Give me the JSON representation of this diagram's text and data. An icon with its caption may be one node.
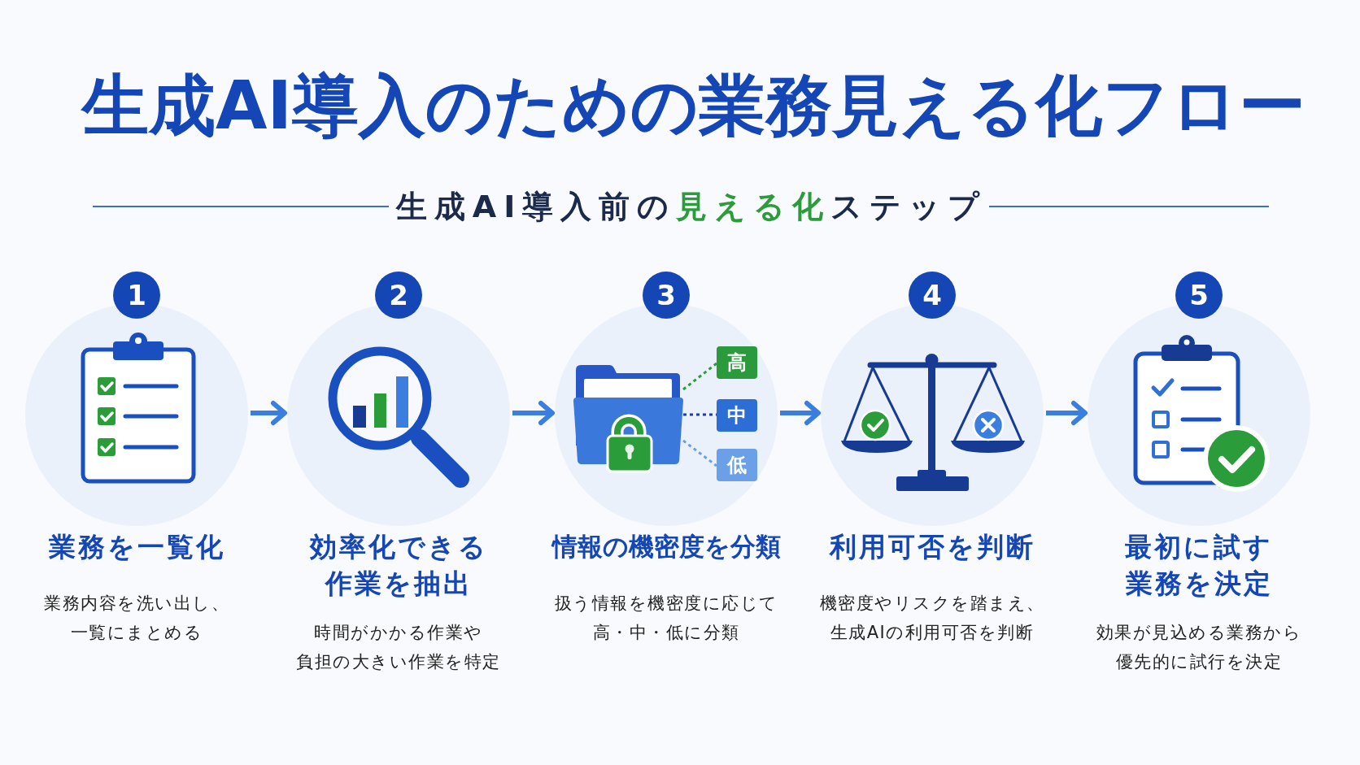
{
  "diagram": {
    "title": "生成AI導入のための業務見える化フロー",
    "nodes": [
      {
        "text": [
          "1"
        ]
      },
      {
        "text": [
          "業務を一覧化",
          "業務内容を洗い出し、一覧にまとめる"
        ]
      },
      {
        "text": [
          "2"
        ]
      },
      {
        "text": [
          "効率化できる作業を抽出",
          "時間がかかる作業や負担の大きい作業を特定"
        ]
      },
      {
        "text": [
          "3"
        ]
      },
      {
        "text": [
          "情報の機密度を分類",
          "扱う情報を機密度に応じて高・中・低に分類"
        ]
      },
      {
        "text": [],
        "shape": "picture",
        "in": 5
      },
      {
        "text": [
          "高"
        ],
        "in": 5
      },
      {
        "text": [
          "中"
        ],
        "in": 5
      },
      {
        "text": [
          "低"
        ],
        "in": 5
      },
      {
        "text": [
          "4"
        ]
      },
      {
        "text": [
          "利用可否を判断",
          "機密度やリスクを踏まえ、生成AIの利用可否を判断"
        ]
      },
      {
        "text": [
          "5"
        ]
      },
      {
        "text": [
          "最初に試す業務を決定",
          "効果が見込める業務から優先的に試行を決定"
        ]
      }
    ],
    "edges": [
      {
        "from": 1,
        "to": 3,
        "arrow": "to"
      },
      {
        "from": 3,
        "to": 5,
        "arrow": "to"
      },
      {
        "from": 5,
        "to": 11,
        "arrow": "to"
      },
      {
        "from": 11,
        "to": 13,
        "arrow": "to"
      },
      {
        "from": 6,
        "to": 7,
        "arrow": "none",
        "style": "dashed",
        "color": "#2a9d3a"
      },
      {
        "from": 6,
        "to": 8,
        "arrow": "none",
        "style": "dashed",
        "color": "#1d3f9e"
      },
      {
        "from": 6,
        "to": 9,
        "arrow": "none",
        "style": "dashed",
        "color": "#6b9fe8"
      }
    ],
    "labels": [
      "生成AI導入前の**見える化**ステップ"
    ]
  }
}
